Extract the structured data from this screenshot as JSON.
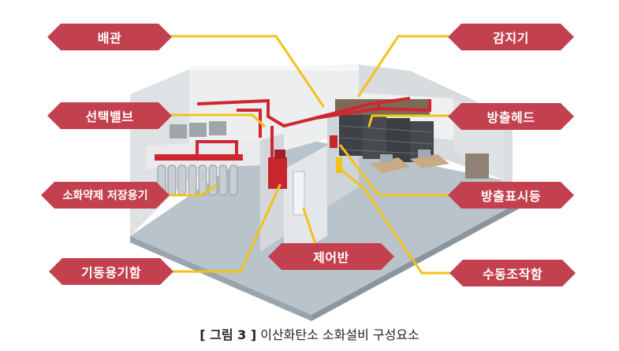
{
  "colors": {
    "callout": "#c3414e",
    "leader": "#f2c21a",
    "pipe": "#d0262f"
  },
  "labels": {
    "piping": "배관",
    "selector_valve": "선택밸브",
    "agent_storage": "소화약제 저장용기",
    "starter_cylinder": "기동용기함",
    "control_panel": "제어반",
    "detector": "감지기",
    "discharge_head": "방출헤드",
    "discharge_indicator": "방출표시등",
    "manual_station": "수동조작함"
  },
  "caption": {
    "figure": "[ 그림 3 ]",
    "text": "이산화탄소 소화설비 구성요소"
  }
}
